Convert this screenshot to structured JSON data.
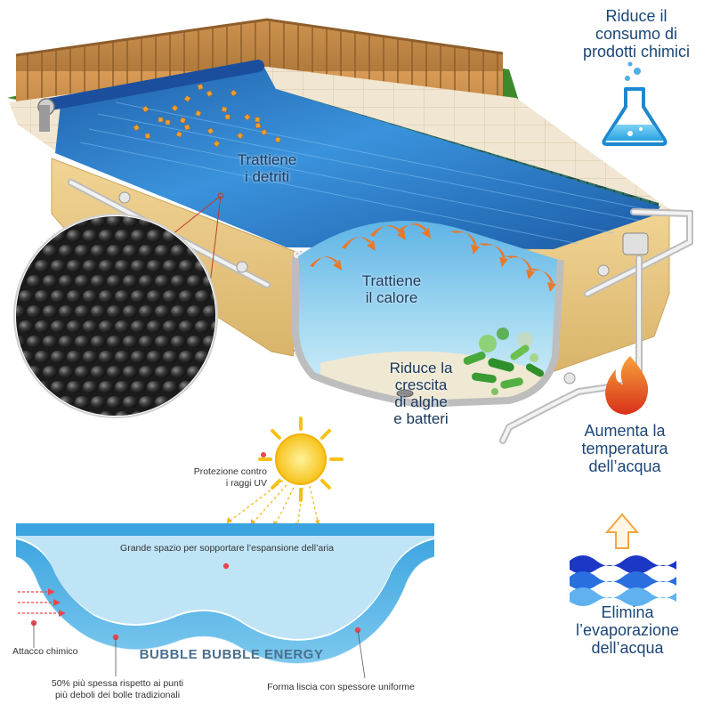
{
  "colors": {
    "water": "#2d7fd0",
    "water_light": "#9fd3ef",
    "deck": "#efe4cf",
    "fence": "#c9904e",
    "wall": "#e3c07a",
    "flame": "#e84820",
    "text_blue": "#1a4677",
    "arrow_orange": "#e8782a",
    "bubble_dark": "#2a2a2a"
  },
  "icons": {
    "chemical": "flask-icon",
    "heat": "flame-icon",
    "evaporation": "water-waves-icon",
    "uv": "sun-icon"
  },
  "benefits": {
    "chemicals": [
      "Riduce il",
      "consumo di",
      "prodotti chimici"
    ],
    "temperature": [
      "Aumenta la",
      "temperatura",
      "dell’acqua"
    ],
    "evaporation": [
      "Elimina",
      "l’evaporazione",
      "dell’acqua"
    ]
  },
  "pool_labels": {
    "debris": [
      "Trattiene",
      "i detriti"
    ],
    "heat": [
      "Trattiene",
      "il calore"
    ],
    "algae": [
      "Riduce la",
      "crescita",
      "di alghe",
      "e batteri"
    ]
  },
  "cross_section": {
    "uv_protection": [
      "Protezione contro",
      "i raggi UV"
    ],
    "air_space": "Grande spazio per sopportare l’espansione dell’aria",
    "chemical_attack": "Attacco chimico",
    "brand": "BUBBLE BUBBLE ENERGY",
    "thicker": [
      "50% più spessa rispetto ai punti",
      "più deboli dei bolle tradizionali"
    ],
    "smooth_shape": "Forma liscia con spessore uniforme"
  }
}
